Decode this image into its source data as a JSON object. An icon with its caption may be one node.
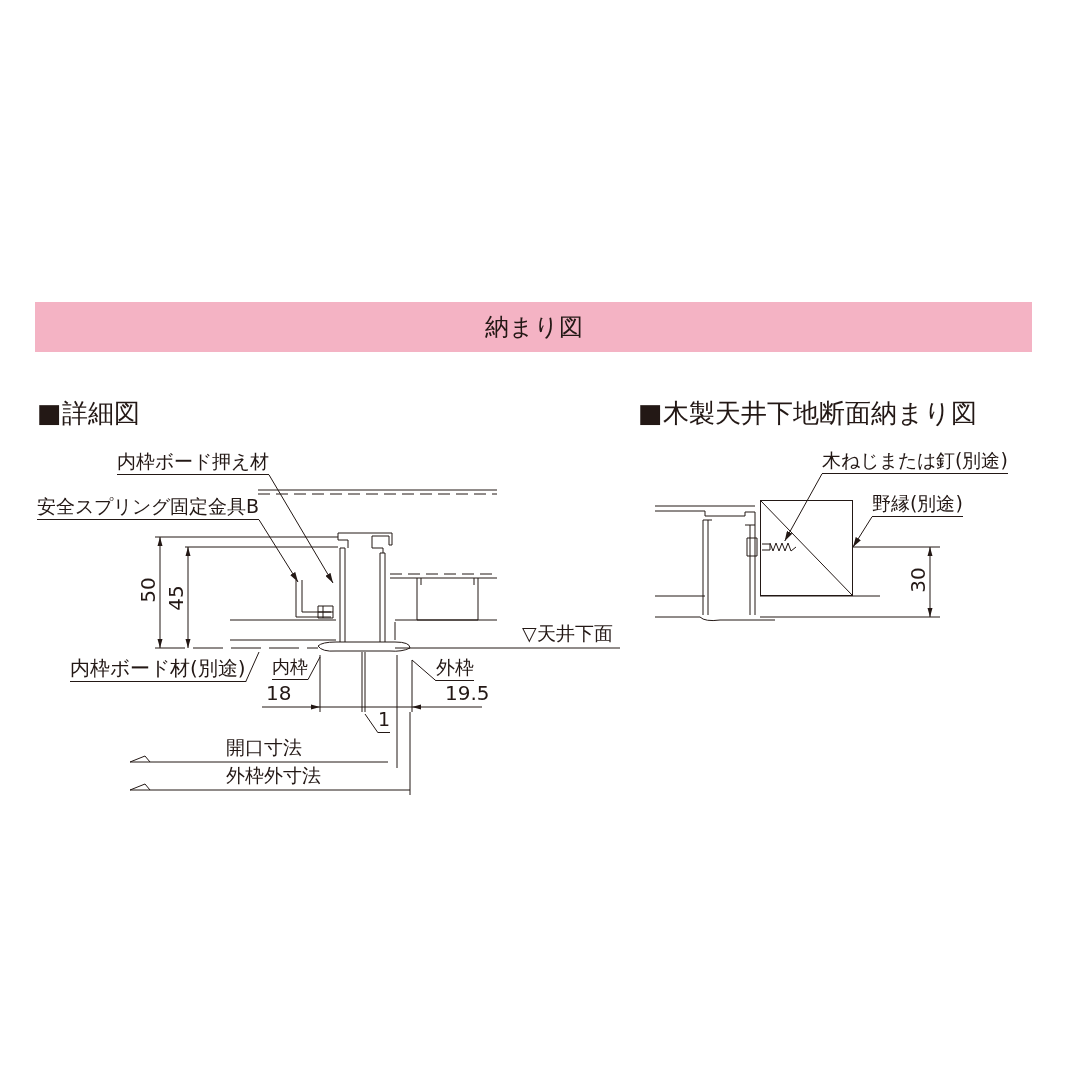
{
  "diagram": {
    "title": "納まり図",
    "nodes": [
      {
        "text": [
          "内枠ボード押え材"
        ]
      },
      {
        "text": [
          "安全スプリング固定金具B"
        ]
      },
      {
        "text": [
          "内枠ボード材(別途)"
        ]
      },
      {
        "text": [
          "内枠"
        ]
      },
      {
        "text": [
          "外枠"
        ]
      },
      {
        "text": [
          "1"
        ]
      },
      {
        "text": [
          "木ねじまたは釘(別途)"
        ]
      },
      {
        "text": [
          "野縁(別途)"
        ]
      },
      {
        "text": [],
        "shape": "box"
      },
      {
        "text": [],
        "shape": "picture",
        "in": 8
      }
    ],
    "edges": [
      {
        "from": 0,
        "to": null,
        "arrow": "to"
      },
      {
        "from": 1,
        "to": null,
        "arrow": "to"
      },
      {
        "from": 2,
        "to": null,
        "arrow": "none"
      },
      {
        "from": 3,
        "to": null,
        "arrow": "none"
      },
      {
        "from": 4,
        "to": null,
        "arrow": "none"
      },
      {
        "from": 5,
        "to": null,
        "arrow": "none"
      },
      {
        "from": 6,
        "to": 9,
        "arrow": "to"
      },
      {
        "from": 7,
        "to": 8,
        "arrow": "to"
      }
    ],
    "labels": [
      "■詳細図",
      "■木製天井下地断面納まり図",
      "50",
      "45",
      "▽天井下面",
      "18",
      "19.5",
      "開口寸法",
      "外枠外寸法",
      "30"
    ]
  }
}
